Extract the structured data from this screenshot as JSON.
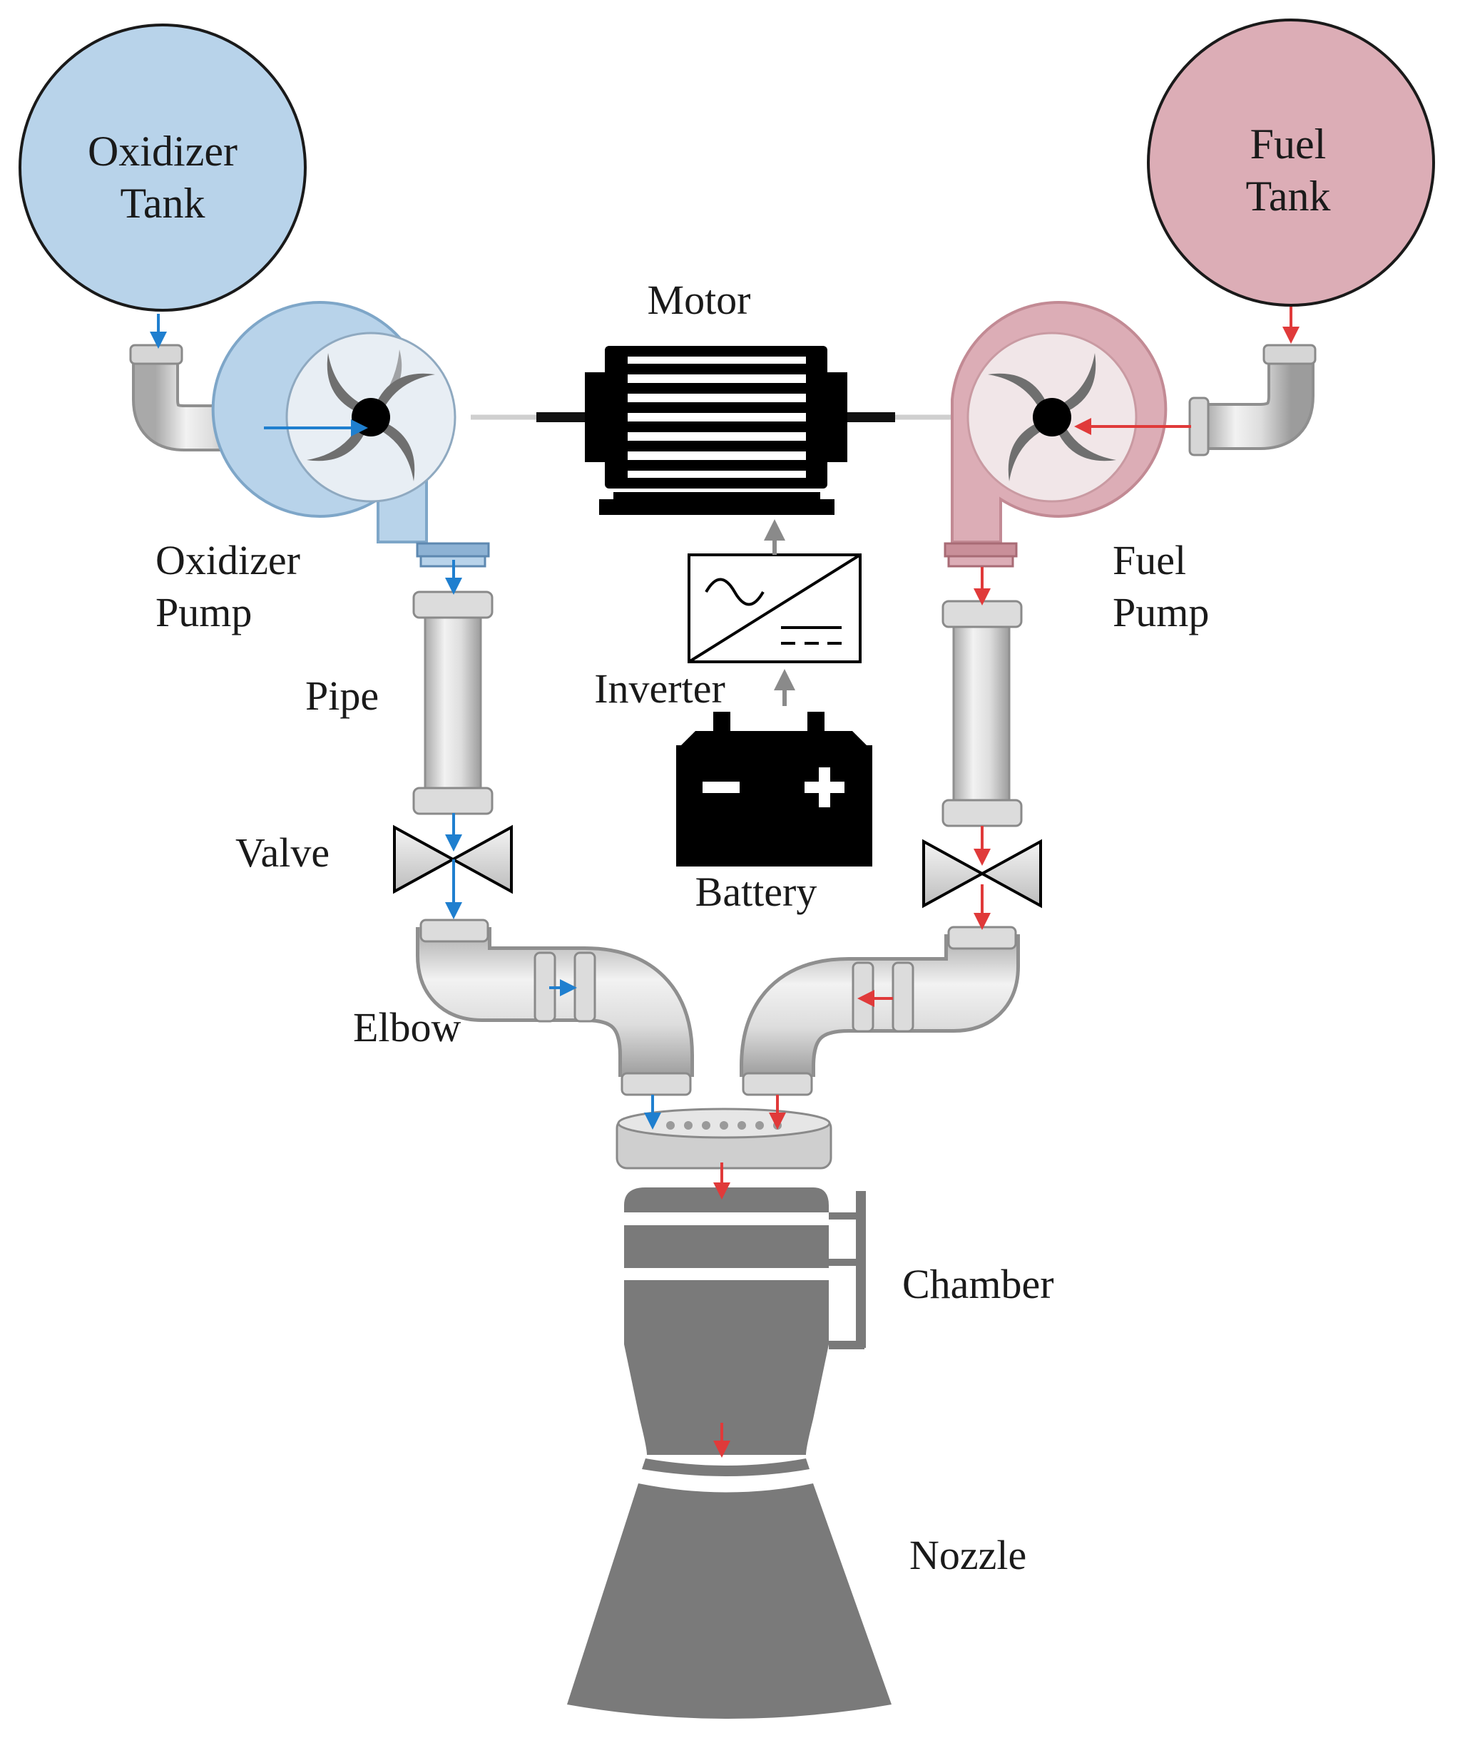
{
  "colors": {
    "oxidizer_fill": "#b8d3ea",
    "oxidizer_flow": "#1f7fcf",
    "fuel_fill": "#dcadb6",
    "fuel_flow": "#e03a3a",
    "power_flow": "#8a8a8a",
    "pipe": "#d9d9d9",
    "engine": "#7a7a7a",
    "ink": "#000000"
  },
  "labels": {
    "oxidizer_tank": [
      "Oxidizer",
      "Tank"
    ],
    "fuel_tank": [
      "Fuel",
      "Tank"
    ],
    "motor": "Motor",
    "oxidizer_pump": [
      "Oxidizer",
      "Pump"
    ],
    "fuel_pump": [
      "Fuel",
      "Pump"
    ],
    "pipe": "Pipe",
    "inverter": "Inverter",
    "valve": "Valve",
    "battery": "Battery",
    "elbow": "Elbow",
    "chamber": "Chamber",
    "nozzle": "Nozzle"
  },
  "icons": {
    "motor": "electric-motor-icon",
    "inverter": "ac-dc-inverter-icon",
    "battery": "battery-icon",
    "valve": "gate-valve-icon",
    "pump": "centrifugal-pump-icon"
  }
}
